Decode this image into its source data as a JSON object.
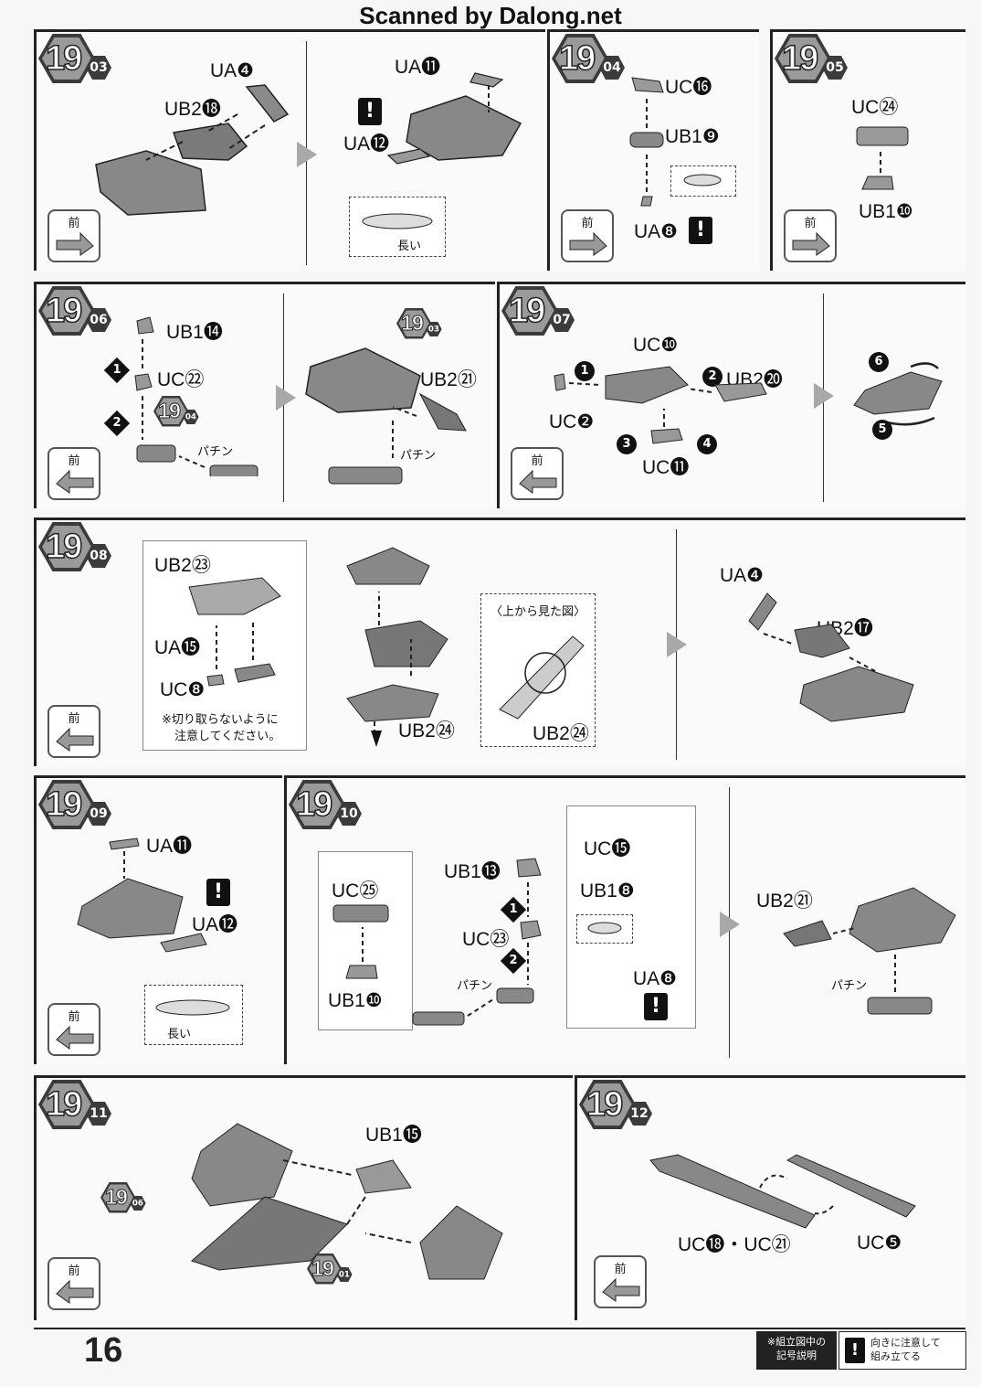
{
  "header": {
    "scan_credit": "Scanned by Dalong.net"
  },
  "common": {
    "front_label": "前",
    "warn_mark": "!",
    "long_label": "長い"
  },
  "steps": {
    "s03": {
      "num": "19",
      "sub": "03",
      "labels": [
        "UA❹",
        "UB2⓲",
        "UA⓫",
        "UA⓬"
      ]
    },
    "s04": {
      "num": "19",
      "sub": "04",
      "labels": [
        "UC⓰",
        "UB1❾",
        "UA❽"
      ]
    },
    "s05": {
      "num": "19",
      "sub": "05",
      "labels": [
        "UC㉔",
        "UB1❿"
      ]
    },
    "s06": {
      "num": "19",
      "sub": "06",
      "labels": [
        "UB1⓮",
        "UC㉒",
        "UB2㉑"
      ],
      "ref_sub": "04",
      "ref_sub2": "03",
      "click": "パチン"
    },
    "s07": {
      "num": "19",
      "sub": "07",
      "labels": [
        "UC❿",
        "UB2⓴",
        "UC❷",
        "UC⓫"
      ]
    },
    "s08": {
      "num": "19",
      "sub": "08",
      "labels": [
        "UB2㉓",
        "UA⓯",
        "UC❽",
        "UB2㉔",
        "UB2㉔",
        "UA❹",
        "UB2⓱"
      ],
      "top_view": "〈上から見た図〉",
      "note_line1": "※切り取らないように",
      "note_line2": "注意してください。"
    },
    "s09": {
      "num": "19",
      "sub": "09",
      "labels": [
        "UA⓫",
        "UA⓬"
      ]
    },
    "s10": {
      "num": "19",
      "sub": "10",
      "labels": [
        "UB1⓭",
        "UC㉕",
        "UC㉓",
        "UB1❿",
        "UC⓯",
        "UB1❽",
        "UA❽",
        "UB2㉑"
      ],
      "click": "パチン"
    },
    "s11": {
      "num": "19",
      "sub": "11",
      "labels": [
        "UB1⓯"
      ],
      "ref_a": "06",
      "ref_b": "01"
    },
    "s12": {
      "num": "19",
      "sub": "12",
      "labels": [
        "UC⓲・UC㉑",
        "UC❺"
      ]
    }
  },
  "seq": [
    "1",
    "2",
    "3",
    "4",
    "5",
    "6"
  ],
  "footer": {
    "page_number": "16",
    "legend_title_line1": "※組立図中の",
    "legend_title_line2": "記号説明",
    "legend_desc_line1": "向きに注意して",
    "legend_desc_line2": "組み立てる"
  }
}
